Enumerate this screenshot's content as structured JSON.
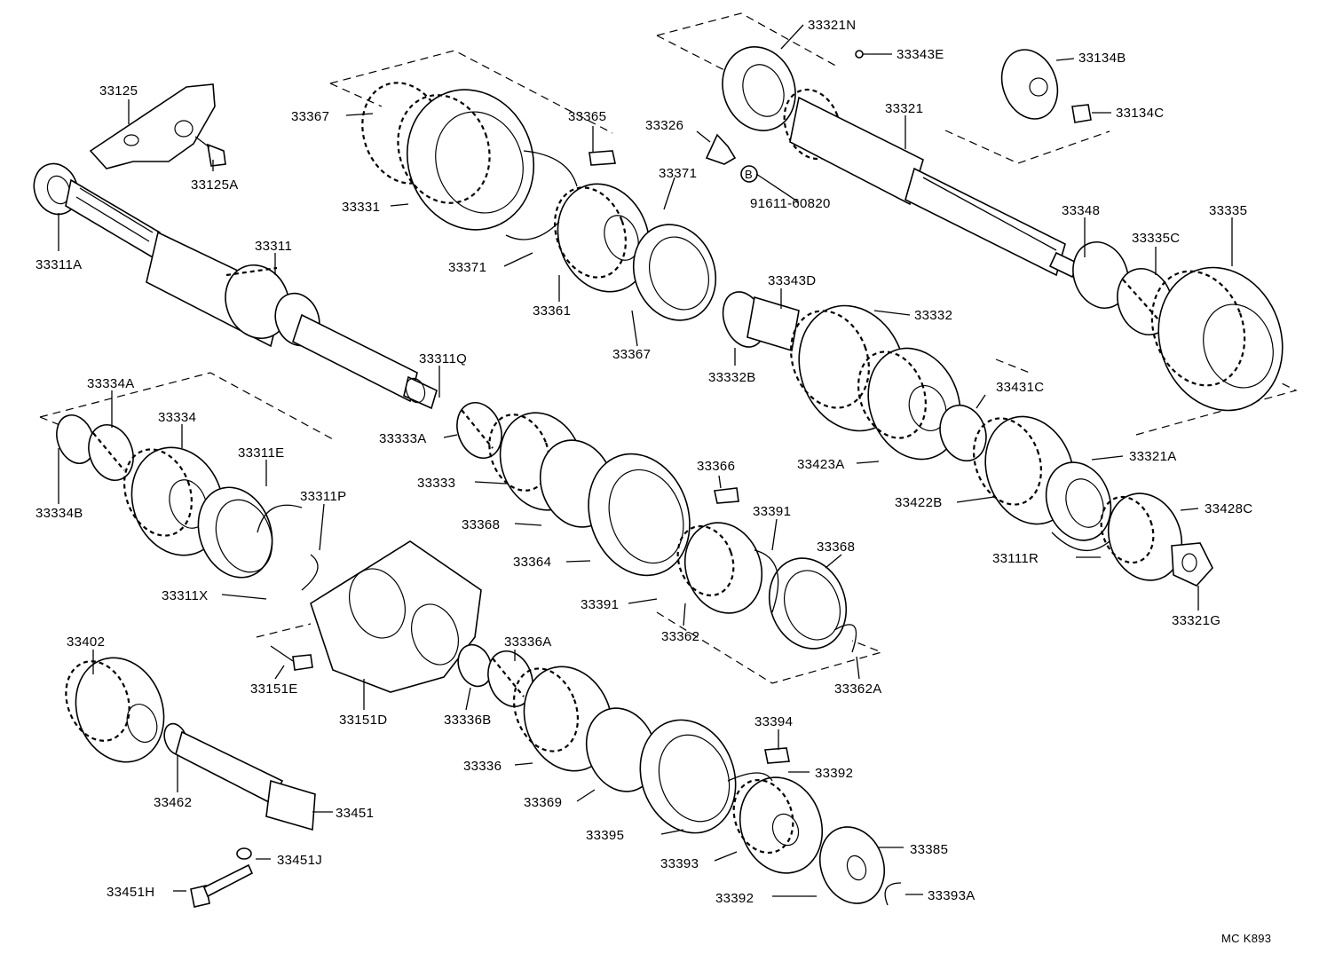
{
  "diagram": {
    "catalog_code": "MC K893",
    "parts": [
      {
        "id": "p33125",
        "label": "33125"
      },
      {
        "id": "p33125A",
        "label": "33125A"
      },
      {
        "id": "p33311A",
        "label": "33311A"
      },
      {
        "id": "p33311",
        "label": "33311"
      },
      {
        "id": "p33367a",
        "label": "33367"
      },
      {
        "id": "p33331",
        "label": "33331"
      },
      {
        "id": "p33365",
        "label": "33365"
      },
      {
        "id": "p33371a",
        "label": "33371"
      },
      {
        "id": "p33371b",
        "label": "33371"
      },
      {
        "id": "p33361",
        "label": "33361"
      },
      {
        "id": "p33367b",
        "label": "33367"
      },
      {
        "id": "p33326",
        "label": "33326"
      },
      {
        "id": "pB",
        "label": "B"
      },
      {
        "id": "p91611",
        "label": "91611-60820"
      },
      {
        "id": "p33321N",
        "label": "33321N"
      },
      {
        "id": "p33343E",
        "label": "33343E"
      },
      {
        "id": "p33321",
        "label": "33321"
      },
      {
        "id": "p33134B",
        "label": "33134B"
      },
      {
        "id": "p33134C",
        "label": "33134C"
      },
      {
        "id": "p33348",
        "label": "33348"
      },
      {
        "id": "p33335C",
        "label": "33335C"
      },
      {
        "id": "p33335",
        "label": "33335"
      },
      {
        "id": "p33343D",
        "label": "33343D"
      },
      {
        "id": "p33332",
        "label": "33332"
      },
      {
        "id": "p33332B",
        "label": "33332B"
      },
      {
        "id": "p33311Q",
        "label": "33311Q"
      },
      {
        "id": "p33431C",
        "label": "33431C"
      },
      {
        "id": "p33334A",
        "label": "33334A"
      },
      {
        "id": "p33334",
        "label": "33334"
      },
      {
        "id": "p33334B",
        "label": "33334B"
      },
      {
        "id": "p33311E",
        "label": "33311E"
      },
      {
        "id": "p33311P",
        "label": "33311P"
      },
      {
        "id": "p33311X",
        "label": "33311X"
      },
      {
        "id": "p33333A",
        "label": "33333A"
      },
      {
        "id": "p33333",
        "label": "33333"
      },
      {
        "id": "p33366",
        "label": "33366"
      },
      {
        "id": "p33423A",
        "label": "33423A"
      },
      {
        "id": "p33321A",
        "label": "33321A"
      },
      {
        "id": "p33422B",
        "label": "33422B"
      },
      {
        "id": "p33428C",
        "label": "33428C"
      },
      {
        "id": "p33368a",
        "label": "33368"
      },
      {
        "id": "p33391a",
        "label": "33391"
      },
      {
        "id": "p33368b",
        "label": "33368"
      },
      {
        "id": "p33364",
        "label": "33364"
      },
      {
        "id": "p33111R",
        "label": "33111R"
      },
      {
        "id": "p33391b",
        "label": "33391"
      },
      {
        "id": "p33362",
        "label": "33362"
      },
      {
        "id": "p33321G",
        "label": "33321G"
      },
      {
        "id": "p33402",
        "label": "33402"
      },
      {
        "id": "p33336A",
        "label": "33336A"
      },
      {
        "id": "p33151E",
        "label": "33151E"
      },
      {
        "id": "p33151D",
        "label": "33151D"
      },
      {
        "id": "p33336B",
        "label": "33336B"
      },
      {
        "id": "p33362A",
        "label": "33362A"
      },
      {
        "id": "p33394",
        "label": "33394"
      },
      {
        "id": "p33336",
        "label": "33336"
      },
      {
        "id": "p33392a",
        "label": "33392"
      },
      {
        "id": "p33462",
        "label": "33462"
      },
      {
        "id": "p33369",
        "label": "33369"
      },
      {
        "id": "p33451",
        "label": "33451"
      },
      {
        "id": "p33395",
        "label": "33395"
      },
      {
        "id": "p33385",
        "label": "33385"
      },
      {
        "id": "p33451J",
        "label": "33451J"
      },
      {
        "id": "p33393",
        "label": "33393"
      },
      {
        "id": "p33451H",
        "label": "33451H"
      },
      {
        "id": "p33392b",
        "label": "33392"
      },
      {
        "id": "p33393A",
        "label": "33393A"
      }
    ]
  }
}
